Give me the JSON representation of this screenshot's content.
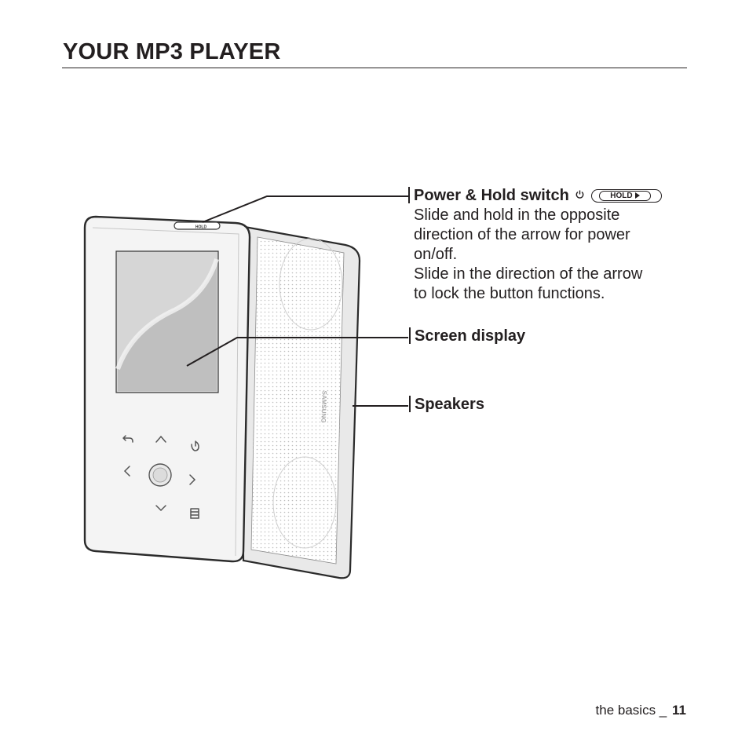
{
  "page": {
    "title": "YOUR MP3 PLAYER",
    "footer": {
      "section": "the basics _",
      "page_number": "11"
    }
  },
  "callouts": {
    "power_hold": {
      "label": "Power & Hold switch",
      "hold_text": "HOLD",
      "description_lines": [
        "Slide and hold in the opposite",
        "direction of the arrow for power",
        "on/off.",
        "Slide in the direction of the arrow",
        "to lock the button functions."
      ]
    },
    "screen": {
      "label": "Screen display"
    },
    "speakers": {
      "label": "Speakers"
    }
  },
  "device": {
    "switch_text": "HOLD",
    "speaker_brand": "SAMSUNG",
    "buttons": [
      "back-icon",
      "up-icon",
      "power-icon",
      "left-icon",
      "select-button",
      "right-icon",
      "down-icon",
      "menu-icon"
    ]
  },
  "colors": {
    "text": "#231f20",
    "body": "#f4f4f4",
    "screen": "#d9d9d9",
    "outline": "#333333"
  }
}
